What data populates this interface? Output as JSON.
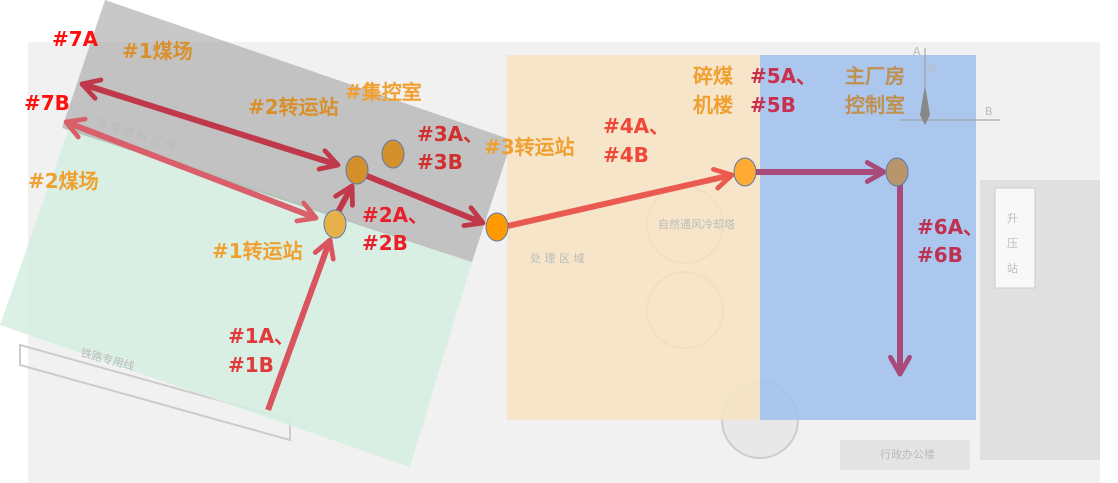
{
  "colors": {
    "coal_yard_zone": "#9a9a9a",
    "yard2_zone": "#d6eee2",
    "processing_zone": "#f6e3c4",
    "main_plant_zone": "#9fbfec",
    "label_orange": "#f0a030",
    "label_red": "#e8202a",
    "arrow_dark_red": "#c0394a",
    "arrow_red": "#ea5a50",
    "arrow_purple": "#a84a7a"
  },
  "map_text": {
    "fuel_area": "输 煤 燃 料 区 域",
    "processing_area": "处 理 区 域",
    "cooling_tower": "自然通风冷却塔",
    "railway": "铁路专用线",
    "booster_station": [
      "升",
      "压",
      "站"
    ],
    "office": "行政办公楼",
    "compass_a": "A",
    "compass_b": "B",
    "compass_n": "N"
  },
  "facilities": {
    "coal_yard_1": "#1煤场",
    "coal_yard_2": "#2煤场",
    "transfer_1": "#1转运站",
    "transfer_2": "#2转运站",
    "transfer_3": "#3转运站",
    "central_control": "#集控室",
    "crusher_line1": "碎煤",
    "crusher_line2": "机楼",
    "main_plant_line1": "主厂房",
    "main_plant_line2": "控制室"
  },
  "conveyors": {
    "c7a": "#7A",
    "c7b": "#7B",
    "c1a": "#1A、",
    "c1b": "#1B",
    "c2a": "#2A、",
    "c2b": "#2B",
    "c3a": "#3A、",
    "c3b": "#3B",
    "c4a": "#4A、",
    "c4b": "#4B",
    "c5a": "#5A、",
    "c5b": "#5B",
    "c6a": "#6A、",
    "c6b": "#6B"
  }
}
